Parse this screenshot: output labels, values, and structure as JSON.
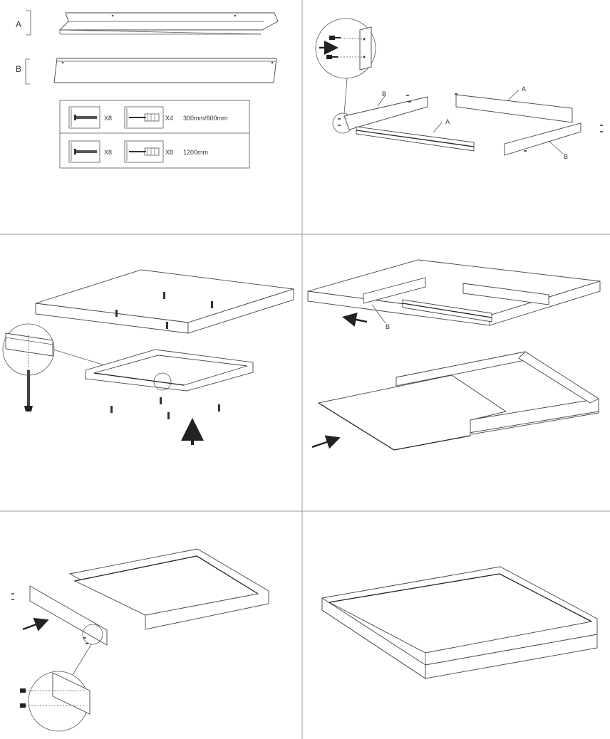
{
  "labels": {
    "part_a": "A",
    "part_b": "B"
  },
  "parts_table": [
    {
      "left_qty": "X8",
      "right_qty": "X4",
      "size": "300mm/600mm"
    },
    {
      "left_qty": "X8",
      "right_qty": "X8",
      "size": "1200mm"
    }
  ],
  "step2_labels": [
    "B",
    "A",
    "A",
    "B"
  ],
  "step4_labels": [
    "B"
  ]
}
